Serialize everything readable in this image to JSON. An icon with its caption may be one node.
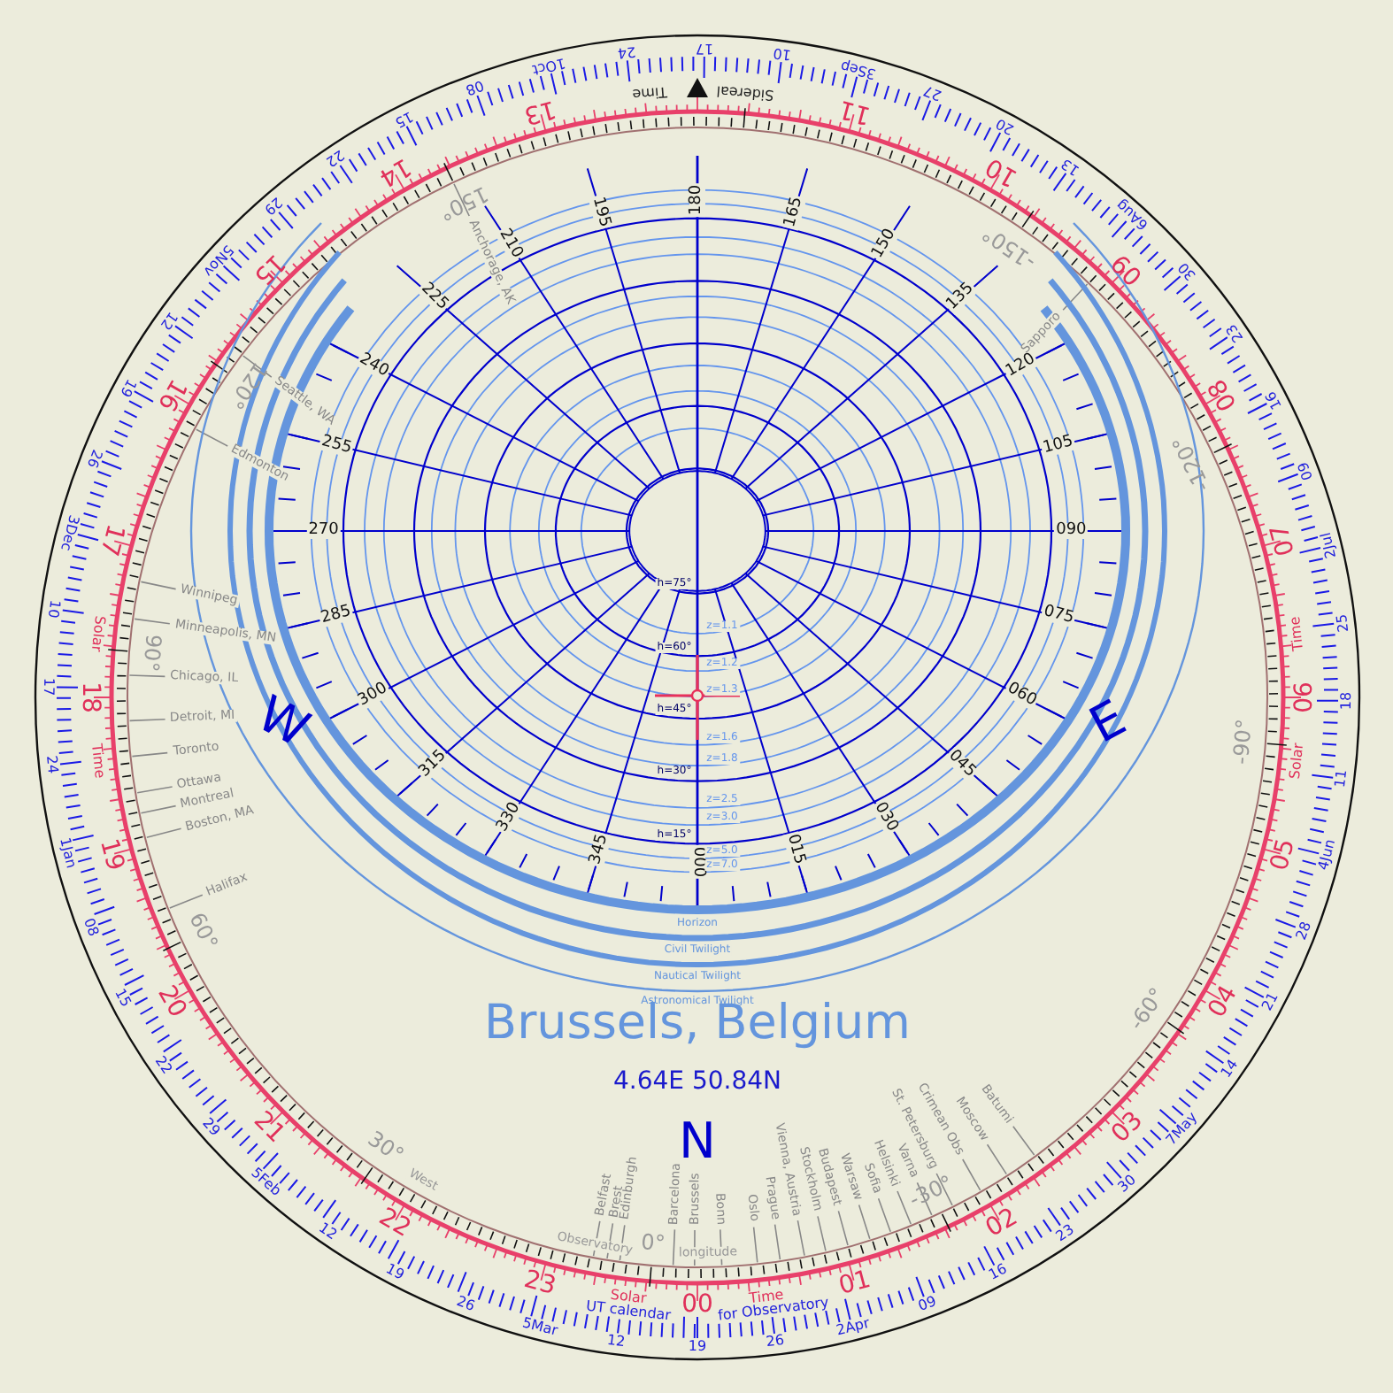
{
  "diagram": {
    "title": "Brussels, Belgium",
    "labels": [
      "Sidereal",
      "Time",
      "00",
      "01",
      "02",
      "03",
      "04",
      "05",
      "06",
      "07",
      "08",
      "09",
      "10",
      "11",
      "13",
      "14",
      "15",
      "16",
      "17",
      "18",
      "19",
      "20",
      "21",
      "22",
      "23",
      "Solar",
      "Time",
      "Solar",
      "Time",
      "Solar",
      "Time",
      "19",
      "26",
      "2Apr",
      "09",
      "16",
      "23",
      "30",
      "7May",
      "14",
      "21",
      "28",
      "4Jun",
      "11",
      "18",
      "25",
      "2Jul",
      "09",
      "16",
      "23",
      "30",
      "6Aug",
      "13",
      "20",
      "27",
      "3Sep",
      "10",
      "17",
      "24",
      "1Oct",
      "08",
      "15",
      "22",
      "29",
      "5Nov",
      "12",
      "19",
      "26",
      "3Dec",
      "10",
      "17",
      "24",
      "1Jan",
      "08",
      "15",
      "22",
      "29",
      "5Feb",
      "12",
      "19",
      "26",
      "5Mar",
      "12",
      "UT calendar",
      "for Observatory",
      "0°",
      "30°",
      "60°",
      "90°",
      "120°",
      "150°",
      "-150°",
      "-120°",
      "-90°",
      "-60°",
      "-30°",
      "West",
      "Observatory",
      "longitude",
      "Anchorage, AK",
      "Seattle, WA",
      "Edmonton",
      "Winnipeg",
      "Minneapolis, MN",
      "Chicago, IL",
      "Detroit, MI",
      "Toronto",
      "Ottawa",
      "Montreal",
      "Boston, MA",
      "Halifax",
      "Belfast",
      "Brest",
      "Edinburgh",
      "Barcelona",
      "Brussels",
      "Bonn",
      "Oslo",
      "Prague",
      "Vienna, Austria",
      "Stockholm",
      "Budapest",
      "Warsaw",
      "Sofia",
      "Helsinki",
      "Varna",
      "St. Petersburg",
      "Crimean Obs",
      "Moscow",
      "Batumi",
      "Sapporo",
      "180",
      "165",
      "150",
      "135",
      "120",
      "105",
      "090",
      "075",
      "060",
      "045",
      "030",
      "015",
      "000",
      "345",
      "330",
      "315",
      "300",
      "285",
      "270",
      "255",
      "240",
      "225",
      "210",
      "195",
      "h=75°",
      "h=60°",
      "h=45°",
      "h=30°",
      "h=15°",
      "z=1.1",
      "z=1.2",
      "z=1.3",
      "z=1.6",
      "z=1.8",
      "z=2.5",
      "z=3.0",
      "z=5.0",
      "z=7.0",
      "Horizon",
      "Civil Twilight",
      "Nautical Twilight",
      "Astronomical Twilight",
      "W",
      "E",
      "N",
      "4.64E 50.84N"
    ]
  }
}
